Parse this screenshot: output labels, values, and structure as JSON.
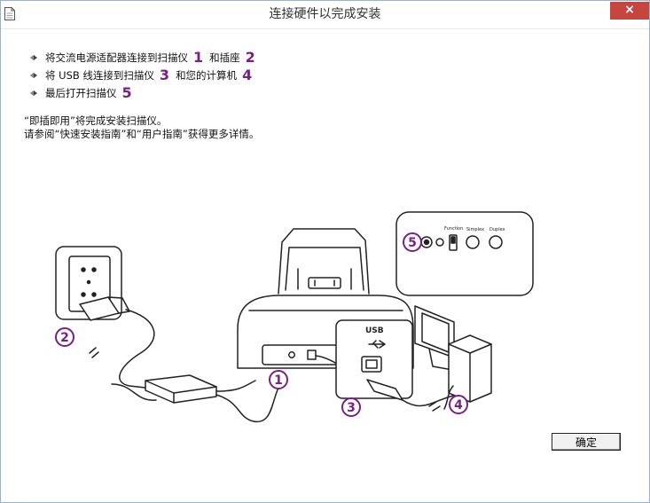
{
  "window": {
    "title": "连接硬件以完成安装",
    "close_label": "×"
  },
  "steps": [
    {
      "before": "将交流电源适配器连接到扫描仪",
      "num1": "1",
      "middle": "和插座",
      "num2": "2"
    },
    {
      "before": "将 USB 线连接到扫描仪",
      "num1": "3",
      "middle": "和您的计算机",
      "num2": "4"
    },
    {
      "before": "最后打开扫描仪",
      "num1": "5",
      "middle": "",
      "num2": ""
    }
  ],
  "info": {
    "line1": "“即插即用”将完成安装扫描仪。",
    "line2": "请参阅“快速安装指南”和“用户指南”获得更多详情。"
  },
  "illustration": {
    "usb_label": "USB",
    "function_label": "Function",
    "simplex_label": "Simplex",
    "duplex_label": "Duplex",
    "callouts": [
      "1",
      "2",
      "3",
      "4",
      "5"
    ]
  },
  "buttons": {
    "ok_label": "确定"
  },
  "colors": {
    "callout": "#7a1f85",
    "close_bg": "#c7453f"
  },
  "icons": {
    "app": "document-icon",
    "bullet": "diamond-bullet-icon",
    "close": "close-icon"
  }
}
